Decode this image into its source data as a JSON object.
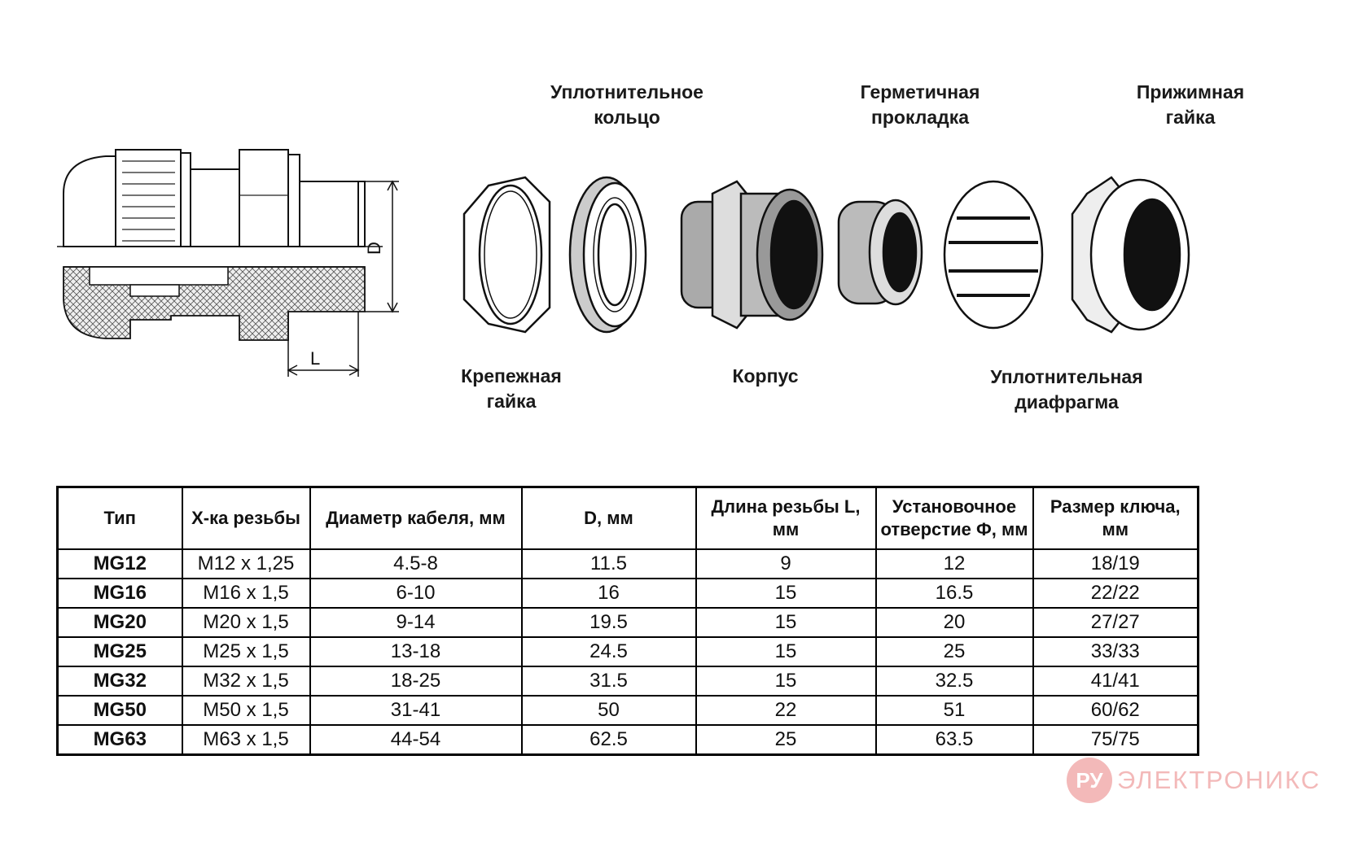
{
  "labels": {
    "sealing_ring": [
      "Уплотнительное",
      "кольцо"
    ],
    "hermetic_gasket": [
      "Герметичная",
      "прокладка"
    ],
    "clamping_nut": [
      "Прижимная",
      "гайка"
    ],
    "mounting_nut": [
      "Крепежная",
      "гайка"
    ],
    "body": [
      "Корпус"
    ],
    "sealing_diaphragm": [
      "Уплотнительная",
      "диафрагма"
    ]
  },
  "dimensions": {
    "d_label": "D",
    "l_label": "L"
  },
  "table": {
    "headers": [
      [
        "Тип"
      ],
      [
        "Х-ка резьбы"
      ],
      [
        "Диаметр кабеля, мм"
      ],
      [
        "D, мм"
      ],
      [
        "Длина резьбы L,",
        "мм"
      ],
      [
        "Установочное",
        "отверстие Ф, мм"
      ],
      [
        "Размер ключа,",
        "мм"
      ]
    ],
    "rows": [
      [
        "MG12",
        "M12 x 1,25",
        "4.5-8",
        "11.5",
        "9",
        "12",
        "18/19"
      ],
      [
        "MG16",
        "M16 x 1,5",
        "6-10",
        "16",
        "15",
        "16.5",
        "22/22"
      ],
      [
        "MG20",
        "M20 x 1,5",
        "9-14",
        "19.5",
        "15",
        "20",
        "27/27"
      ],
      [
        "MG25",
        "M25 x 1,5",
        "13-18",
        "24.5",
        "15",
        "25",
        "33/33"
      ],
      [
        "MG32",
        "M32 x 1,5",
        "18-25",
        "31.5",
        "15",
        "32.5",
        "41/41"
      ],
      [
        "MG50",
        "M50 x 1,5",
        "31-41",
        "50",
        "22",
        "51",
        "60/62"
      ],
      [
        "MG63",
        "M63 x 1,5",
        "44-54",
        "62.5",
        "25",
        "63.5",
        "75/75"
      ]
    ]
  },
  "watermark": {
    "logo": "РУ",
    "text": "ЭЛЕКТРОНИКС"
  },
  "colors": {
    "watermark": "#f3b9b9",
    "ink": "#111111"
  }
}
